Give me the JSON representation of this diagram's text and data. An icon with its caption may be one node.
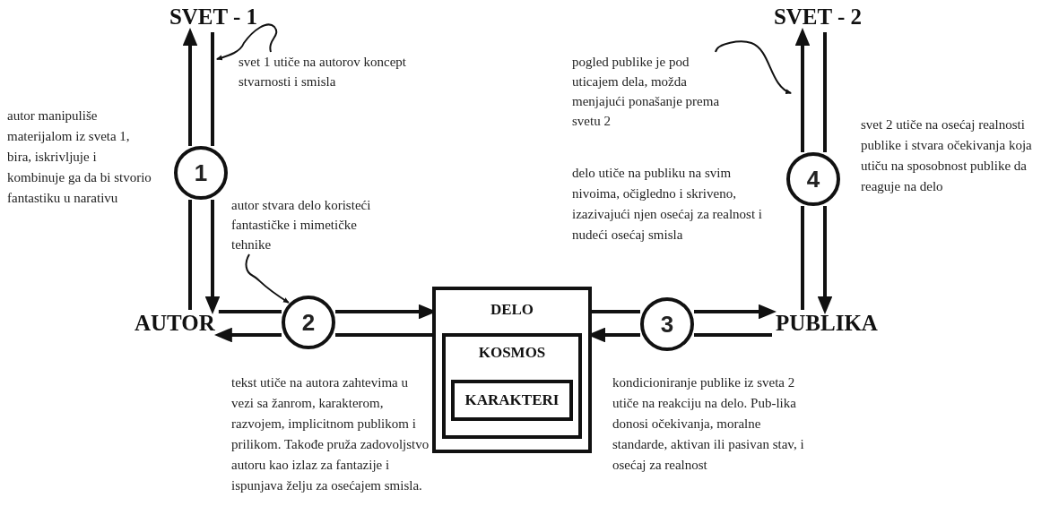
{
  "diagram": {
    "nodes": [
      {
        "text": [
          "SVET - 1"
        ]
      },
      {
        "text": [
          "SVET - 2"
        ]
      },
      {
        "text": [
          "AUTOR"
        ]
      },
      {
        "text": [
          "PUBLIKA"
        ]
      },
      {
        "text": [
          "DELO"
        ]
      },
      {
        "text": [
          "KOSMOS"
        ],
        "in": 4
      },
      {
        "text": [
          "KARAKTERI"
        ],
        "in": 5
      },
      {
        "text": [
          "1"
        ]
      },
      {
        "text": [
          "2"
        ]
      },
      {
        "text": [
          "3"
        ]
      },
      {
        "text": [
          "4"
        ]
      },
      {
        "text": [
          "svet 1 utiče na autorov koncept stvarnosti i smisla"
        ]
      },
      {
        "text": [
          "autor stvara delo koristeći fantastičke i mimetičke tehnike"
        ]
      },
      {
        "text": [
          "pogled publike je pod uticajem dela, možda menjajući ponašanje prema svetu 2"
        ]
      }
    ],
    "edges": [
      {
        "from": 2,
        "to": 7,
        "arrow": "none"
      },
      {
        "from": 7,
        "to": 0,
        "arrow": "to"
      },
      {
        "from": 0,
        "to": 7,
        "arrow": "none"
      },
      {
        "from": 7,
        "to": 2,
        "arrow": "to"
      },
      {
        "from": 2,
        "to": 8,
        "arrow": "none"
      },
      {
        "from": 8,
        "to": 4,
        "arrow": "to"
      },
      {
        "from": 4,
        "to": 8,
        "arrow": "none"
      },
      {
        "from": 8,
        "to": 2,
        "arrow": "to"
      },
      {
        "from": 4,
        "to": 9,
        "arrow": "none"
      },
      {
        "from": 9,
        "to": 3,
        "arrow": "to"
      },
      {
        "from": 3,
        "to": 9,
        "arrow": "none"
      },
      {
        "from": 9,
        "to": 4,
        "arrow": "to"
      },
      {
        "from": 3,
        "to": 10,
        "arrow": "none"
      },
      {
        "from": 10,
        "to": 1,
        "arrow": "to"
      },
      {
        "from": 1,
        "to": 10,
        "arrow": "none"
      },
      {
        "from": 10,
        "to": 3,
        "arrow": "to"
      },
      {
        "from": 11,
        "to": null,
        "arrow": "to"
      },
      {
        "from": 12,
        "to": 8,
        "arrow": "to"
      },
      {
        "from": 13,
        "to": null,
        "arrow": "to"
      }
    ],
    "labels": [
      "autor manipuliše materijalom iz sveta 1, bira, iskrivljuje i kombinuje ga da bi stvorio fantastiku u narativu",
      "delo utiče na publiku na svim nivoima, očigledno i skriveno, izazivajući njen osećaj za realnost i nudeći osećaj smisla",
      "svet 2 utiče na osećaj realnosti publike i stvara očekivanja koja utiču na sposobnost publike da reaguje na delo",
      "tekst utiče na autora zahtevima u vezi sa žanrom, karakterom, razvojem, implicitnom publikom i prilikom. Takođe pruža zadovoljstvo autoru kao izlaz za fantazije i ispunjava želju za osećajem smisla.",
      "kondicioniranje publike iz sveta 2 utiče na reakciju na delo. Pub-lika donosi očekivanja, moralne standarde, aktivan ili pasivan stav, i osećaj za realnost"
    ]
  }
}
